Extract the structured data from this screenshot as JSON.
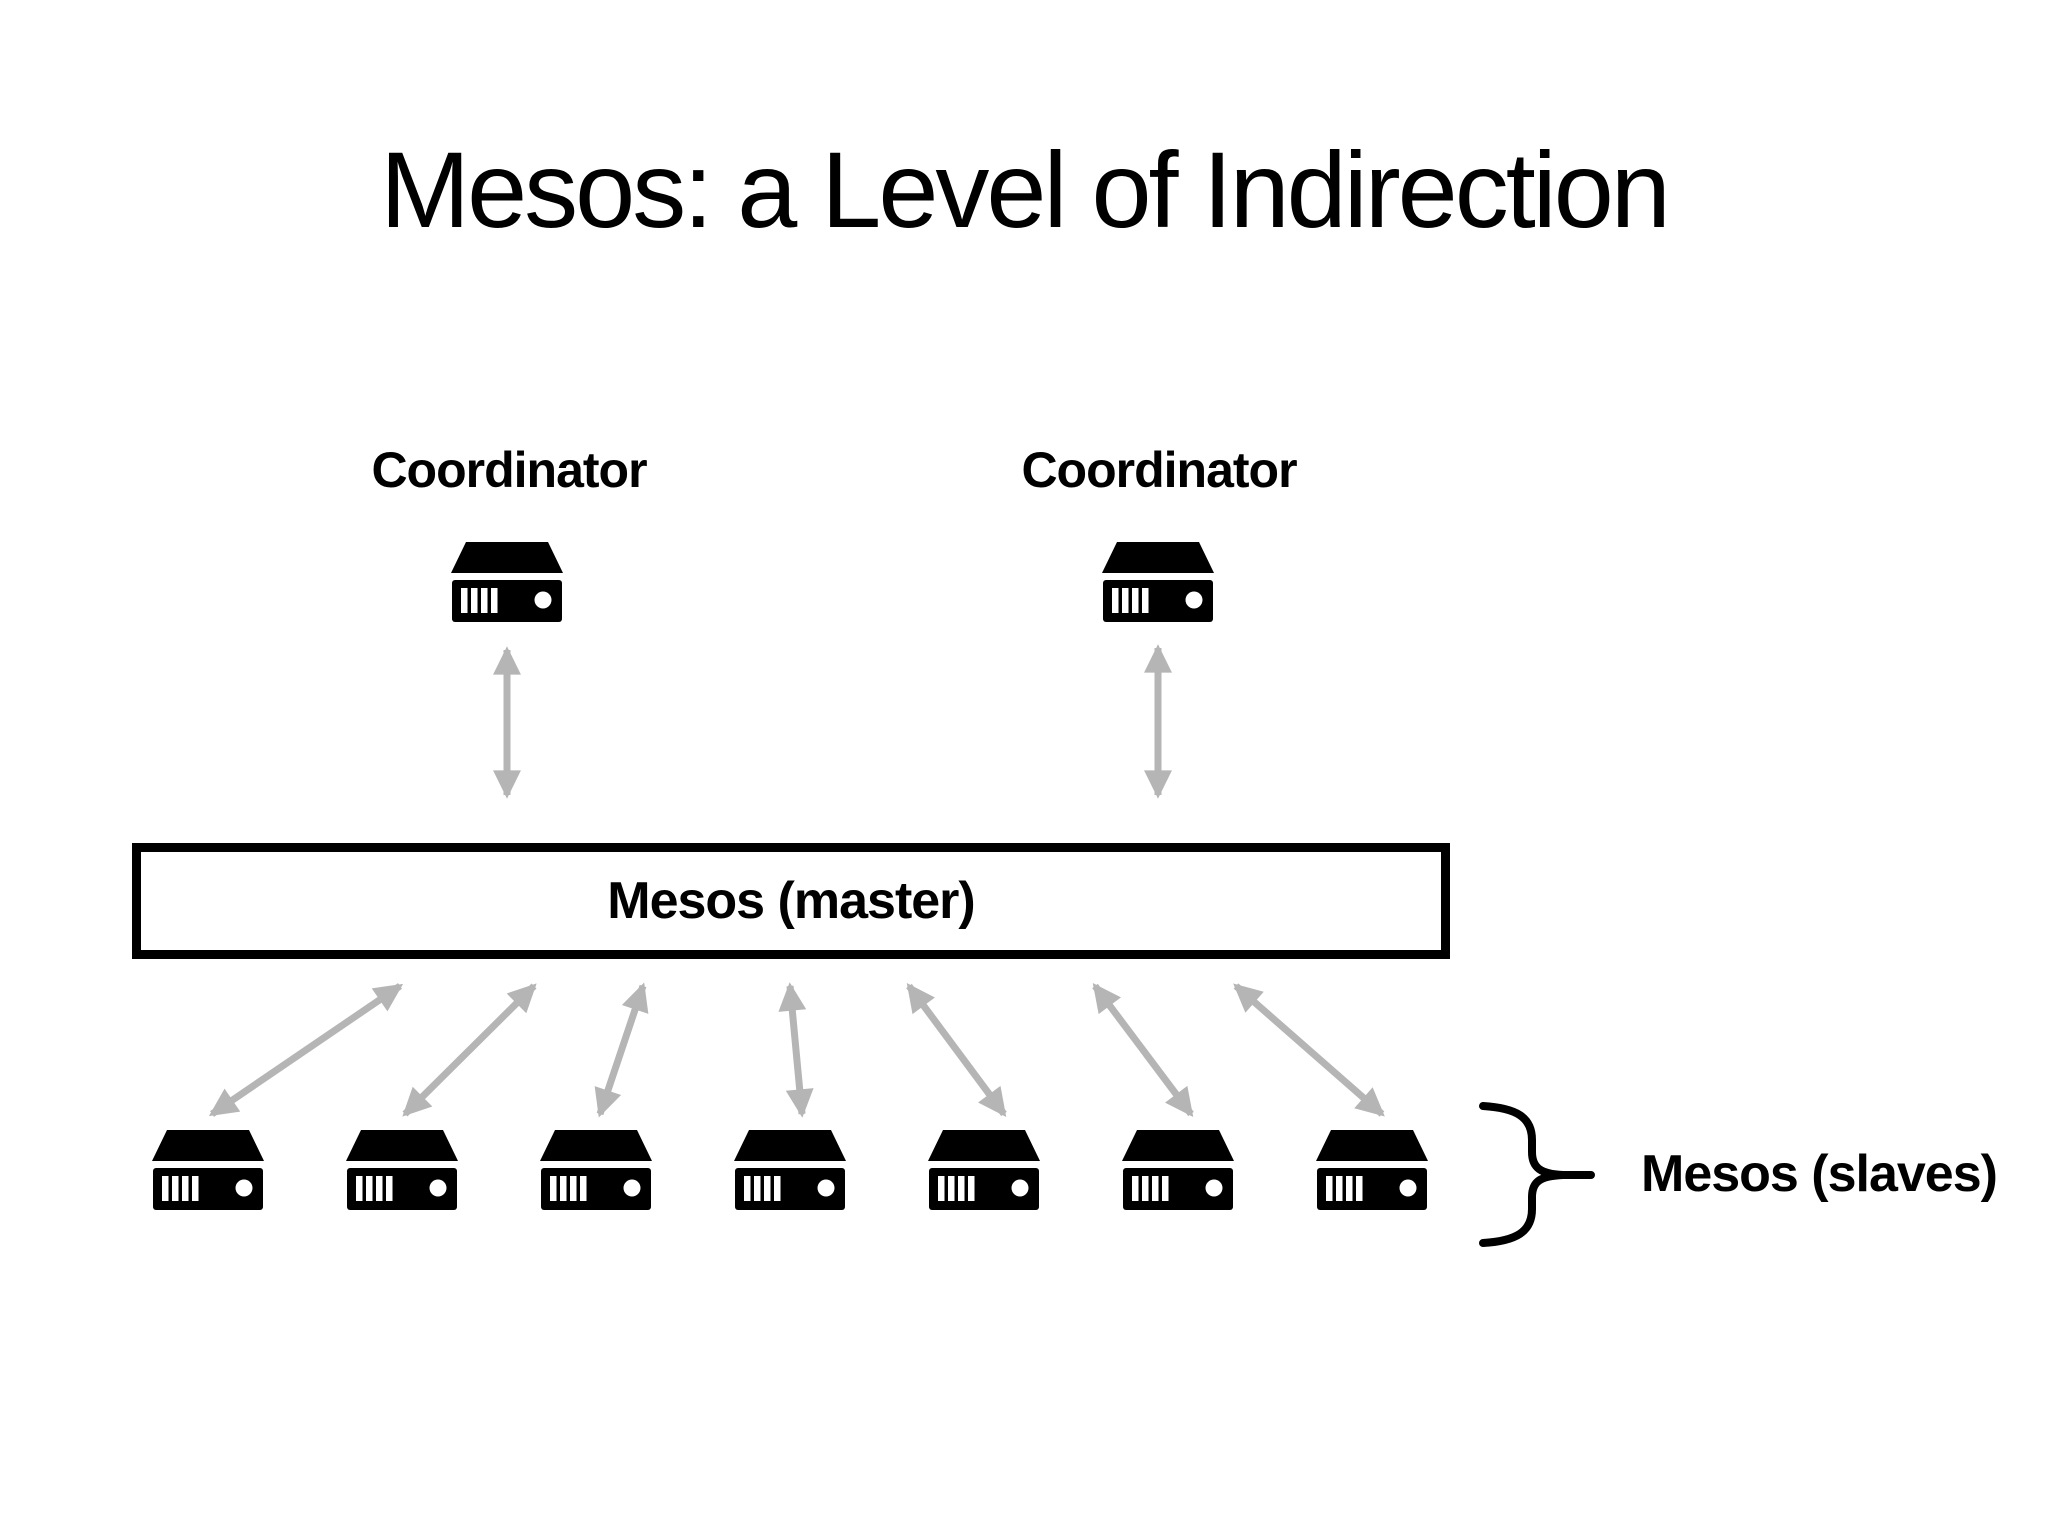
{
  "slide": {
    "title": "Mesos: a Level of Indirection"
  },
  "coordinators": [
    {
      "label": "Coordinator"
    },
    {
      "label": "Coordinator"
    }
  ],
  "master": {
    "label": "Mesos (master)"
  },
  "slaves": {
    "label": "Mesos (slaves)",
    "count": 7
  },
  "icons": {
    "node": "rack-server-icon",
    "grouping": "curly-brace",
    "link": "bidirectional-arrow"
  },
  "colors": {
    "background": "#ffffff",
    "ink": "#000000",
    "arrow": "#b5b5b5"
  }
}
